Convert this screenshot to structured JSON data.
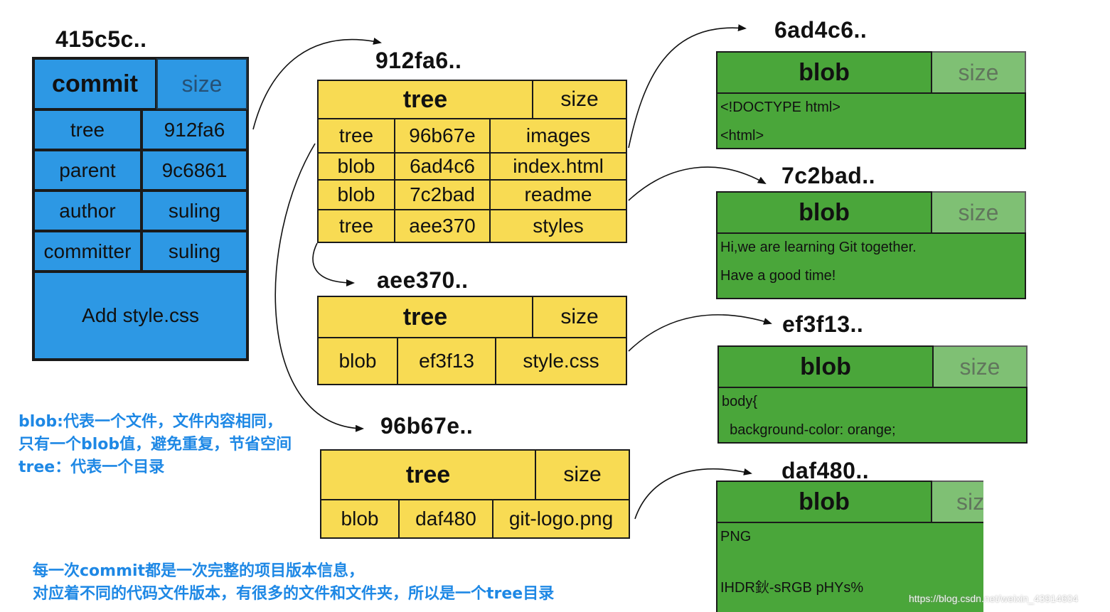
{
  "commit": {
    "hash": "415c5c..",
    "header": {
      "type": "commit",
      "size": "size"
    },
    "rows": [
      {
        "key": "tree",
        "value": "912fa6"
      },
      {
        "key": "parent",
        "value": "9c6861"
      },
      {
        "key": "author",
        "value": "suling"
      },
      {
        "key": "committer",
        "value": "suling"
      }
    ],
    "message": "Add style.css"
  },
  "tree_912fa6": {
    "hash": "912fa6..",
    "header": {
      "type": "tree",
      "size": "size"
    },
    "rows": [
      {
        "type": "tree",
        "hash": "96b67e",
        "name": "images"
      },
      {
        "type": "blob",
        "hash": "6ad4c6",
        "name": "index.html"
      },
      {
        "type": "blob",
        "hash": "7c2bad",
        "name": "readme"
      },
      {
        "type": "tree",
        "hash": "aee370",
        "name": "styles"
      }
    ]
  },
  "tree_aee370": {
    "hash": "aee370..",
    "header": {
      "type": "tree",
      "size": "size"
    },
    "rows": [
      {
        "type": "blob",
        "hash": "ef3f13",
        "name": "style.css"
      }
    ]
  },
  "tree_96b67e": {
    "hash": "96b67e..",
    "header": {
      "type": "tree",
      "size": "size"
    },
    "rows": [
      {
        "type": "blob",
        "hash": "daf480",
        "name": "git-logo.png"
      }
    ]
  },
  "blobs": [
    {
      "hash": "6ad4c6..",
      "type": "blob",
      "size": "size",
      "lines": [
        "<!DOCTYPE html>",
        "<html>"
      ]
    },
    {
      "hash": "7c2bad..",
      "type": "blob",
      "size": "size",
      "lines": [
        "Hi,we are learning Git together.",
        "Have a good time!"
      ]
    },
    {
      "hash": "ef3f13..",
      "type": "blob",
      "size": "size",
      "lines": [
        "body{",
        "  background-color: orange;"
      ]
    },
    {
      "hash": "daf480..",
      "type": "blob",
      "size": "siz",
      "lines": [
        "PNG",
        "",
        "IHDR鈥-sRGB pHYs%"
      ]
    }
  ],
  "notes": {
    "left": [
      "blob:代表一个文件，文件内容相同，",
      "只有一个blob值，避免重复，节省空间",
      "tree：代表一个目录"
    ],
    "bottom": [
      "每一次commit都是一次完整的项目版本信息，",
      "对应着不同的代码文件版本，有很多的文件和文件夹，所以是一个tree目录"
    ]
  },
  "watermark": "https://blog.csdn.net/weixin_43914604",
  "colors": {
    "commit": "#2d98e4",
    "tree": "#f8db53",
    "blob": "#4aa63a",
    "note": "#1e88e5"
  }
}
